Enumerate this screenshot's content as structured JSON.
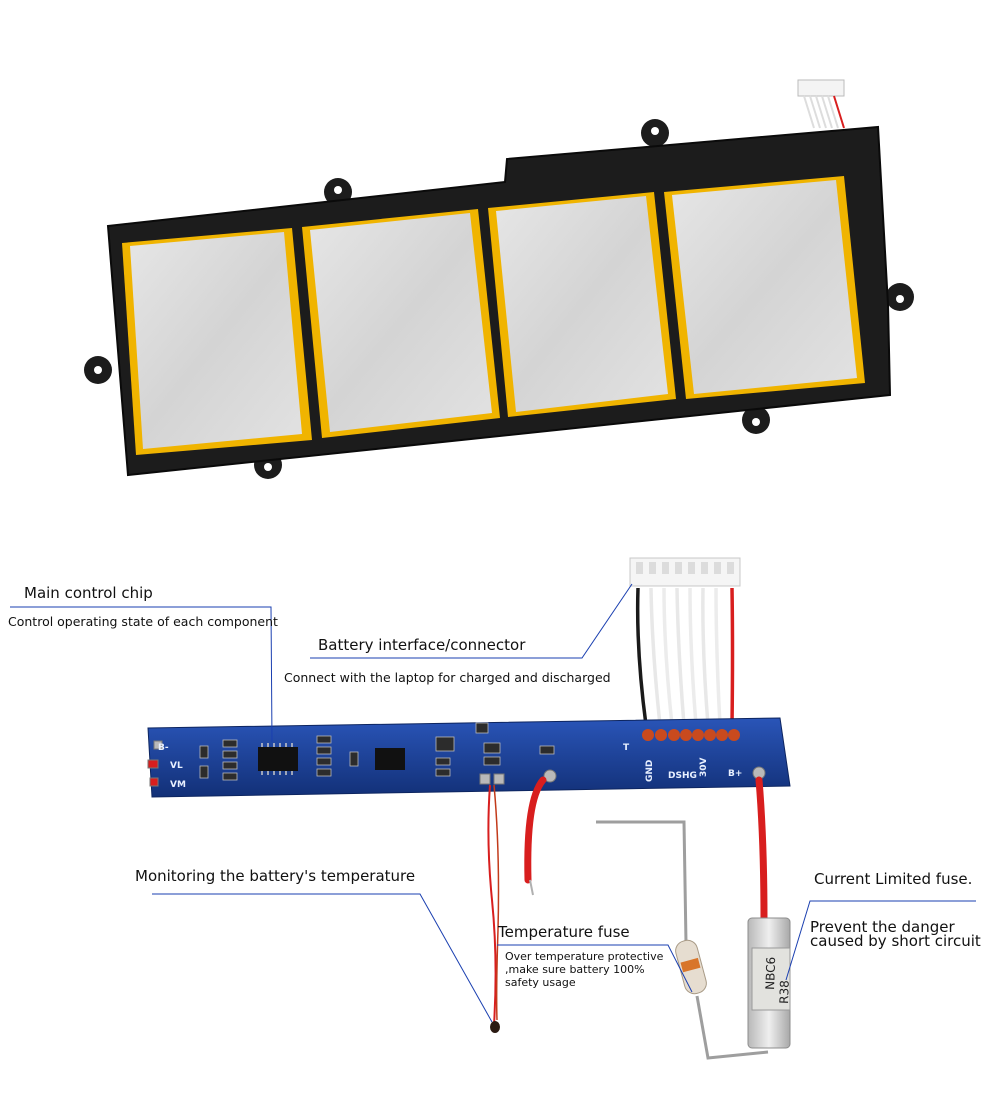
{
  "callouts": {
    "main_chip": {
      "title": "Main control chip",
      "desc": "Control operating state of each component"
    },
    "connector": {
      "title": "Battery interface/connector",
      "desc": "Connect with the laptop for charged and discharged"
    },
    "temperature_monitor": {
      "title": "Monitoring the battery's temperature"
    },
    "temperature_fuse": {
      "title": "Temperature fuse",
      "desc": "Over temperature protective ,make sure battery 100% safety usage"
    },
    "current_fuse": {
      "title": "Current  Limited fuse.",
      "desc_line1": "Prevent the danger",
      "desc_line2": "caused by short circuit"
    }
  },
  "pcb_markings": {
    "b_minus": "B-",
    "vl": "VL",
    "vm": "VM",
    "gnd": "GND",
    "dshg": "DSHG",
    "v30": "30V",
    "b_plus": "B+",
    "t": "T"
  },
  "fuse_markings": {
    "line1": "NBC6",
    "line2": "R38"
  },
  "colors": {
    "frame": "#1c1c1c",
    "cell": "#d9d9d9",
    "tape": "#f0b400",
    "pcb": "#173a8a",
    "callout_line": "#1a3fb0",
    "wire_red": "#d81e1e"
  }
}
